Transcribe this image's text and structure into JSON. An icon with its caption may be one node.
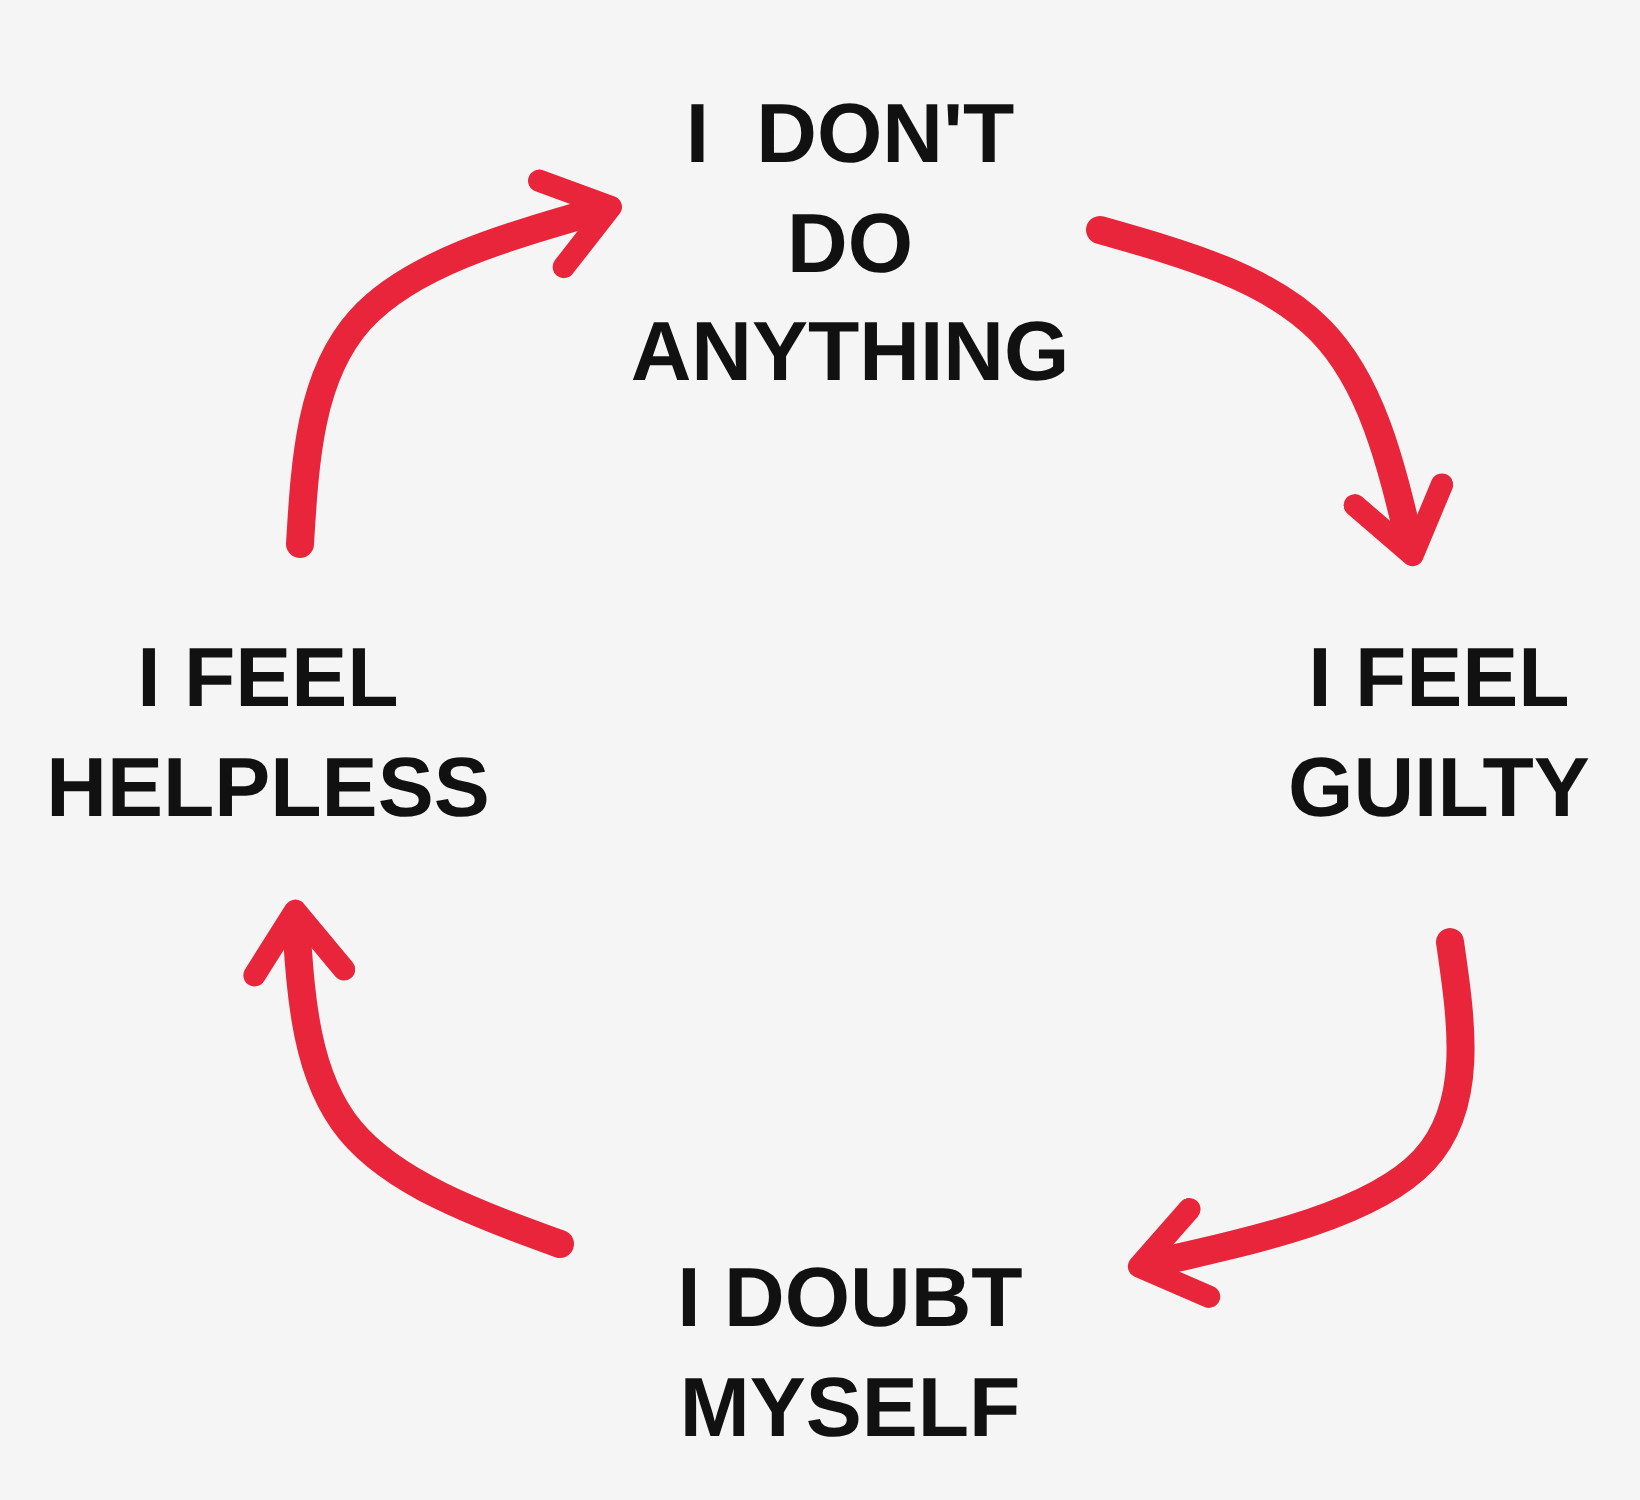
{
  "diagram": {
    "nodes": [
      {
        "text": [
          "I DON'T DO ANYTHING"
        ]
      },
      {
        "text": [
          "I FEEL GUILTY"
        ]
      },
      {
        "text": [
          "I DOUBT MYSELF"
        ]
      },
      {
        "text": [
          "I FEEL HELPLESS"
        ]
      }
    ],
    "edges": [
      {
        "from": 0,
        "to": 1,
        "arrow": "to"
      },
      {
        "from": 1,
        "to": 2,
        "arrow": "to"
      },
      {
        "from": 2,
        "to": 3,
        "arrow": "to"
      },
      {
        "from": 3,
        "to": 0,
        "arrow": "to"
      }
    ]
  }
}
